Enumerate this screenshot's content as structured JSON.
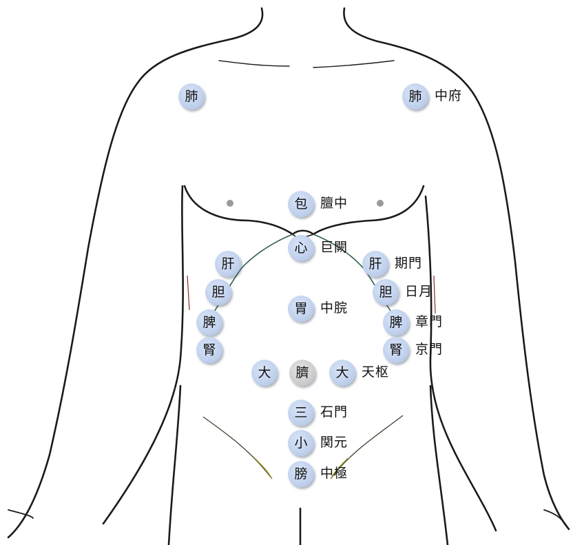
{
  "colors": {
    "badge": "#c3d3ee",
    "navel_badge": "#cfcfcf",
    "outline": "#1a1a1a",
    "nipple": "#9a9a9a",
    "rib_line": "#2f5f4f",
    "groin_line": "#a8a020",
    "side_line": "#8a2a2a"
  },
  "points": [
    {
      "id": "lung-right",
      "badge": "肺",
      "name": ""
    },
    {
      "id": "lung-left",
      "badge": "肺",
      "name": "中府"
    },
    {
      "id": "pericardium",
      "badge": "包",
      "name": "膻中"
    },
    {
      "id": "heart",
      "badge": "心",
      "name": "巨闕"
    },
    {
      "id": "liver-right",
      "badge": "肝",
      "name": ""
    },
    {
      "id": "liver-left",
      "badge": "肝",
      "name": "期門"
    },
    {
      "id": "gallbladder-right",
      "badge": "胆",
      "name": ""
    },
    {
      "id": "gallbladder-left",
      "badge": "胆",
      "name": "日月"
    },
    {
      "id": "stomach",
      "badge": "胃",
      "name": "中脘"
    },
    {
      "id": "spleen-right",
      "badge": "脾",
      "name": ""
    },
    {
      "id": "spleen-left",
      "badge": "脾",
      "name": "章門"
    },
    {
      "id": "kidney-right",
      "badge": "腎",
      "name": ""
    },
    {
      "id": "kidney-left",
      "badge": "腎",
      "name": "京門"
    },
    {
      "id": "large-intestine-right",
      "badge": "大",
      "name": ""
    },
    {
      "id": "navel",
      "badge": "臍",
      "name": ""
    },
    {
      "id": "large-intestine-left",
      "badge": "大",
      "name": "天枢"
    },
    {
      "id": "triple-burner",
      "badge": "三",
      "name": "石門"
    },
    {
      "id": "small-intestine",
      "badge": "小",
      "name": "関元"
    },
    {
      "id": "bladder",
      "badge": "膀",
      "name": "中極"
    }
  ]
}
